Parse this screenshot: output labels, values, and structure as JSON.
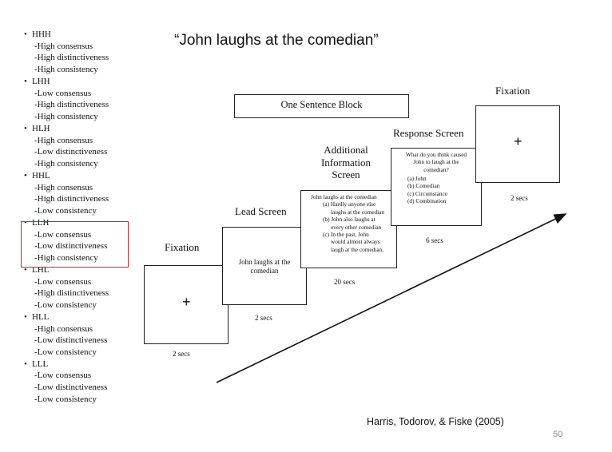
{
  "title": "“John laughs at the comedian”",
  "conditions": [
    {
      "code": "HHH",
      "lines": [
        "-High consensus",
        "-High distinctiveness",
        "-High consistency"
      ]
    },
    {
      "code": "LHH",
      "lines": [
        "-Low consensus",
        "-High distinctiveness",
        "-High consistency"
      ]
    },
    {
      "code": "HLH",
      "lines": [
        "-High consensus",
        "-Low distinctiveness",
        "-High consistency"
      ]
    },
    {
      "code": "HHL",
      "lines": [
        "-High consensus",
        "-High distinctiveness",
        "-Low consistency"
      ]
    },
    {
      "code": "LLH",
      "lines": [
        "-Low consensus",
        "-Low distinctiveness",
        "-High consistency"
      ]
    },
    {
      "code": "LHL",
      "lines": [
        "-Low consensus",
        "-High distinctiveness",
        "-Low consistency"
      ]
    },
    {
      "code": "HLL",
      "lines": [
        "-High consensus",
        "-Low distinctiveness",
        "-Low consistency"
      ]
    },
    {
      "code": "LLL",
      "lines": [
        "-Low consensus",
        "-Low distinctiveness",
        "-Low consistency"
      ]
    }
  ],
  "bullet": "•",
  "block_label": "One Sentence Block",
  "fixation1": {
    "label": "Fixation",
    "symbol": "+",
    "time": "2 secs"
  },
  "lead": {
    "label": "Lead Screen",
    "text": "John laughs at the comedian",
    "time": "2 secs"
  },
  "additional": {
    "label": "Additional Information Screen",
    "lines": [
      "John laughs at the comedian",
      "(a)  Hardly anyone else",
      "laughs at the comedian",
      "(b)  John also laughs at",
      "every other comedian",
      "(c)  In the past, John",
      "would almost always",
      "laugh at the comedian."
    ],
    "time": "20 secs"
  },
  "response": {
    "label": "Response Screen",
    "question_lines": [
      "What do you think caused",
      "John to laugh at the",
      "comedian?"
    ],
    "options": [
      "(a)  John",
      "(b)  Comedian",
      "(c)  Circumstance",
      "(d)  Combination"
    ],
    "time": "6 secs"
  },
  "fixation2": {
    "label": "Fixation",
    "symbol": "+",
    "time": "2 secs"
  },
  "citation": "Harris, Todorov, & Fiske (2005)",
  "page_number": "50"
}
